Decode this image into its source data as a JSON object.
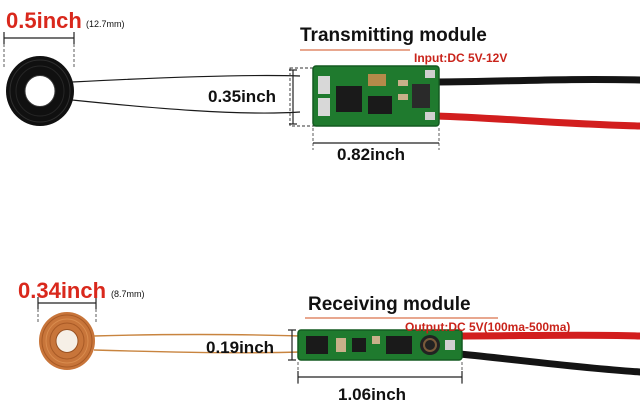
{
  "transmitter": {
    "coil_diameter": "0.5inch",
    "coil_diameter_mm": "(12.7mm)",
    "title": "Transmitting module",
    "spec": "Input:DC 5V-12V",
    "board_height": "0.35inch",
    "board_length": "0.82inch",
    "coil_color": "#151515"
  },
  "receiver": {
    "coil_diameter": "0.34inch",
    "coil_diameter_mm": "(8.7mm)",
    "title": "Receiving module",
    "spec": "Output:DC 5V(100ma-500ma)",
    "board_height": "0.19inch",
    "board_length": "1.06inch",
    "coil_color": "#c8753a"
  },
  "colors": {
    "accent_red": "#d9281c",
    "pcb_green": "#1f7a2e",
    "wire_red": "#d21e1e",
    "wire_black": "#161616"
  }
}
